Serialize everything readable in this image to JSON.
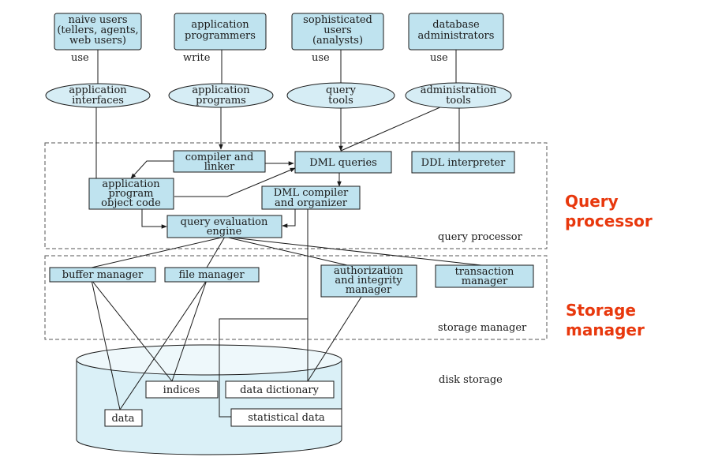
{
  "users": [
    {
      "lines": [
        "naive users",
        "(tellers, agents,",
        "web users)"
      ],
      "action": "use"
    },
    {
      "lines": [
        "application",
        "programmers"
      ],
      "action": "write"
    },
    {
      "lines": [
        "sophisticated",
        "users",
        "(analysts)"
      ],
      "action": "use"
    },
    {
      "lines": [
        "database",
        "administrators"
      ],
      "action": "use"
    }
  ],
  "tools": [
    [
      "application",
      "interfaces"
    ],
    [
      "application",
      "programs"
    ],
    [
      "query",
      "tools"
    ],
    [
      "administration",
      "tools"
    ]
  ],
  "query_processor": {
    "region_label": "query processor",
    "compiler_linker": [
      "compiler and",
      "linker"
    ],
    "dml_queries": "DML queries",
    "ddl_interpreter": "DDL interpreter",
    "app_object_code": [
      "application",
      "program",
      "object code"
    ],
    "dml_compiler": [
      "DML compiler",
      "and organizer"
    ],
    "query_eval_engine": [
      "query evaluation",
      "engine"
    ]
  },
  "storage_manager": {
    "region_label": "storage manager",
    "buffer_manager": "buffer manager",
    "file_manager": "file manager",
    "auth_manager": [
      "authorization",
      "and integrity",
      "manager"
    ],
    "transaction_manager": [
      "transaction",
      "manager"
    ]
  },
  "disk_storage": {
    "label": "disk storage",
    "indices": "indices",
    "data_dictionary": "data dictionary",
    "data": "data",
    "statistical_data": "statistical data"
  },
  "side_labels": {
    "query_processor": "Query processor",
    "storage_manager": "Storage manager"
  },
  "colors": {
    "box_fill": "#bfe3ef",
    "ellipse_fill": "#d6edf5",
    "cylinder_fill": "#daf0f7",
    "accent_red": "#e8380d"
  }
}
